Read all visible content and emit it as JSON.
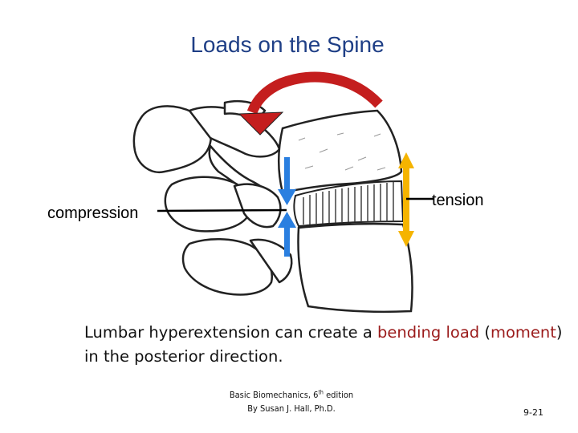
{
  "slide": {
    "title": "Loads on the Spine",
    "labels": {
      "compression": "compression",
      "tension": "tension"
    },
    "caption": {
      "part1": "Lumbar hyperextension can create a ",
      "part2_red": "bending load",
      "part3": " (",
      "part4_red": "moment",
      "part5": ") in the posterior direction."
    },
    "credit": {
      "line1_pre": "Basic Biomechanics, 6",
      "line1_sup": "th",
      "line1_post": " edition",
      "line2": "By Susan J. Hall, Ph.D."
    },
    "page_number": "9-21"
  },
  "colors": {
    "title": "#1f3f86",
    "moment_arrow": "#c41e1e",
    "compression_arrows": "#2a7fe0",
    "tension_arrow": "#f5b400",
    "highlight_text": "#9b1b1b"
  },
  "icons": {
    "moment": "curved-arrow-icon",
    "compression": "double-arrow-converging-icon",
    "tension": "double-arrow-diverging-icon"
  }
}
